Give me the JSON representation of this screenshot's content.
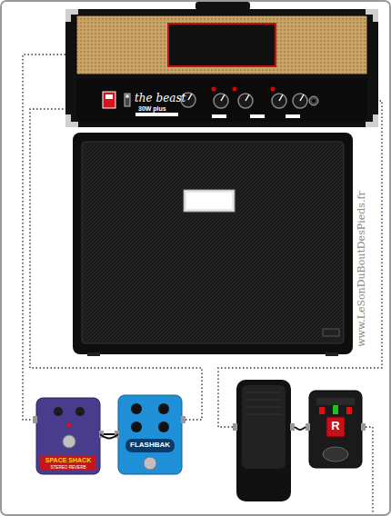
{
  "diagram": {
    "nodes": [
      {
        "text": [
          "the beast",
          "30W plus"
        ]
      },
      {
        "text": [
          "SPACE SHACK",
          "STEREO REVERB"
        ]
      },
      {
        "text": [
          "FLASHBAK"
        ]
      },
      {
        "text": [
          "R"
        ]
      }
    ],
    "edges": [
      {
        "from": 0,
        "to": 1,
        "arrow": "none"
      },
      {
        "from": 1,
        "to": 2,
        "arrow": "none"
      },
      {
        "from": 2,
        "to": 0,
        "arrow": "none"
      }
    ],
    "labels": [
      "www.LeSonDuBoutDesPieds.fr"
    ]
  }
}
